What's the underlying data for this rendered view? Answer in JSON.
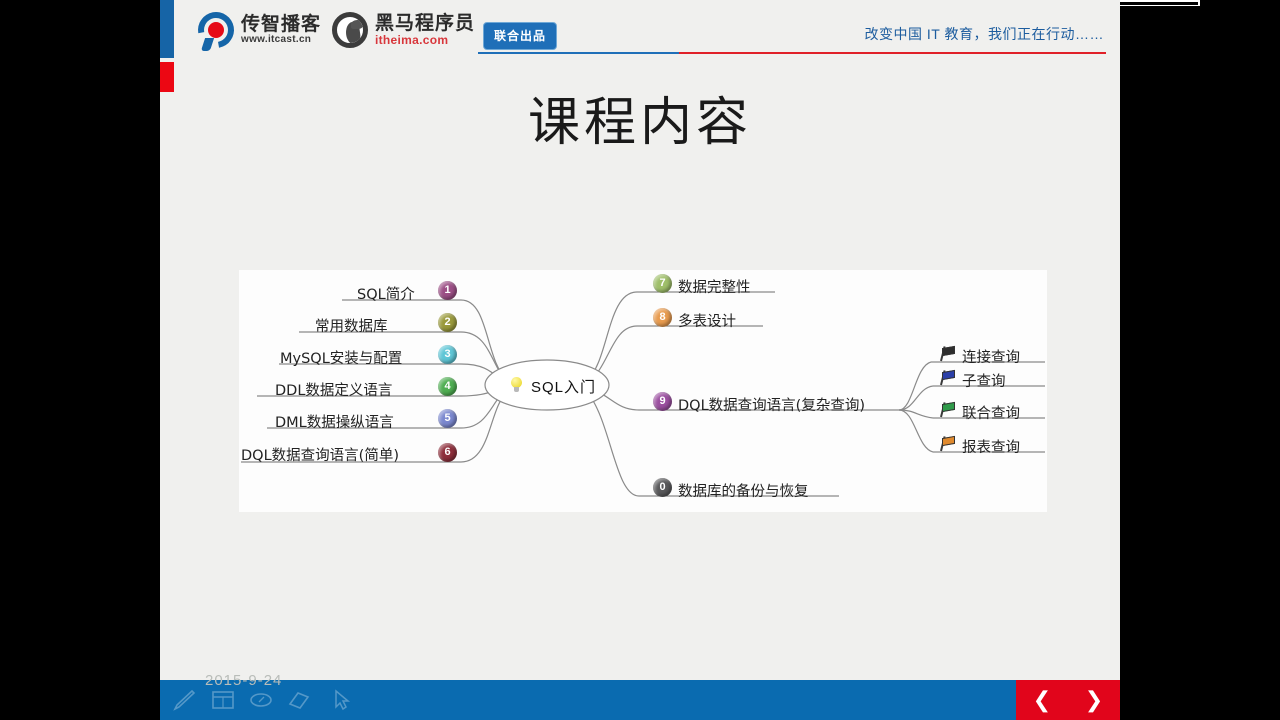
{
  "header": {
    "itcast": {
      "cn": "传智播客",
      "url": "www.itcast.cn",
      "logo_icon": "itcast-swirl-icon"
    },
    "heima": {
      "cn": "黑马程序员",
      "url": "itheima.com",
      "logo_icon": "heima-horse-icon"
    },
    "joint_badge": "联合出品",
    "slogan": "改变中国 IT 教育，我们正在行动……"
  },
  "slide": {
    "title": "课程内容"
  },
  "mindmap": {
    "center": {
      "label": "SQL入门",
      "icon": "lightbulb-icon"
    },
    "left_branches": [
      {
        "num": "1",
        "label": "SQL简介",
        "color": "#9c4f86"
      },
      {
        "num": "2",
        "label": "常用数据库",
        "color": "#9a9a3c"
      },
      {
        "num": "3",
        "label": "MySQL安装与配置",
        "color": "#5fc6d6"
      },
      {
        "num": "4",
        "label": "DDL数据定义语言",
        "color": "#4fae52"
      },
      {
        "num": "5",
        "label": "DML数据操纵语言",
        "color": "#7b88cf"
      },
      {
        "num": "6",
        "label": "DQL数据查询语言(简单)",
        "color": "#8e2f3c"
      }
    ],
    "right_branches": [
      {
        "num": "7",
        "label": "数据完整性",
        "color": "#9fbf6a"
      },
      {
        "num": "8",
        "label": "多表设计",
        "color": "#e89b4e"
      },
      {
        "num": "9",
        "label": "DQL数据查询语言(复杂查询)",
        "color": "#9b4fa0"
      },
      {
        "num": "0",
        "label": "数据库的备份与恢复",
        "color": "#58585a"
      }
    ],
    "sub_branches": [
      {
        "label": "连接查询",
        "icon": "flag-icon",
        "color": "#2e2e2e"
      },
      {
        "label": "子查询",
        "icon": "flag-icon",
        "color": "#2b3fa8"
      },
      {
        "label": "联合查询",
        "icon": "flag-icon",
        "color": "#2f9b4a"
      },
      {
        "label": "报表查询",
        "icon": "flag-icon",
        "color": "#e08a2e"
      }
    ]
  },
  "bottombar": {
    "date": "2015-9-24",
    "tools": [
      {
        "name": "pen-tool-icon"
      },
      {
        "name": "slide-tool-icon"
      },
      {
        "name": "highlighter-tool-icon"
      },
      {
        "name": "eraser-tool-icon"
      },
      {
        "name": "pointer-tool-icon"
      }
    ],
    "nav": {
      "prev": "❮",
      "next": "❯"
    }
  }
}
